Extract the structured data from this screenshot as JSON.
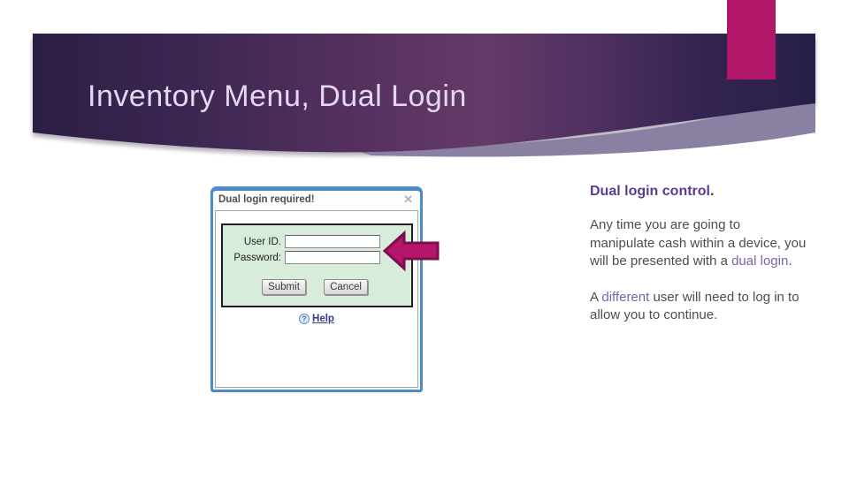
{
  "slide": {
    "title": "Inventory Menu, Dual Login"
  },
  "dialog": {
    "title": "Dual login required!",
    "close_icon": "✕",
    "user_id_label": "User ID.",
    "user_id_value": "",
    "password_label": "Password:",
    "password_value": "",
    "submit_label": "Submit",
    "cancel_label": "Cancel",
    "help_icon": "?",
    "help_label": "Help"
  },
  "notes": {
    "heading": "Dual login control",
    "heading_period": ".",
    "p1_l1": "Any time you are going to",
    "p1_l2": "manipulate cash within a device, you",
    "p1_l3a": "will be presented with a ",
    "p1_l3_highlight": "dual login",
    "p1_l3b": ".",
    "p2_l1a": "A ",
    "p2_l1_highlight": "different",
    "p2_l1b": " user will need to log in to",
    "p2_l2": "allow you to continue."
  },
  "colors": {
    "banner_left": "#2c1e45",
    "banner_mid": "#643a68",
    "banner_right": "#272046",
    "banner_swoosh": "#8a80a1",
    "accent_magenta": "#b11669",
    "arrow_fill": "#b5156b",
    "arrow_outline": "#7c0e4e",
    "dialog_border_blue": "#4b8bc8",
    "panel_green": "#d7ecda",
    "heading_purple": "#5b3a91",
    "inline_purple": "#7d63a6",
    "body_gray": "#4d4d4d",
    "title_lavender": "#e3d8ef"
  }
}
